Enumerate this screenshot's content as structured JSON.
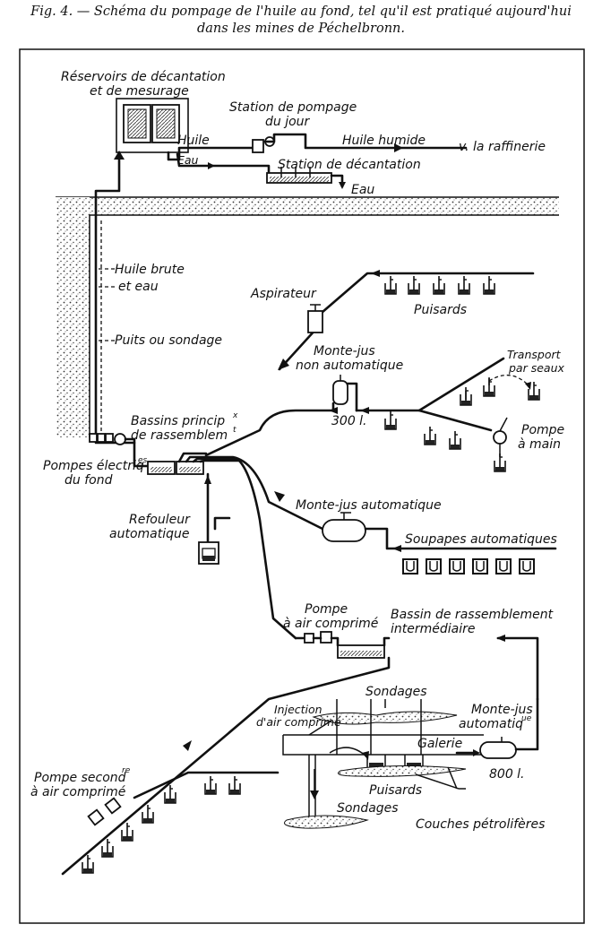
{
  "caption": {
    "line1": "Fig. 4. — Schéma du pompage de l'huile au fond, tel qu'il est pratiqué aujourd'hui",
    "line2": "dans les mines de Péchelbronn."
  },
  "labels": {
    "reservoirs_1": "Réservoirs de décantation",
    "reservoirs_2": "et de mesurage",
    "station_pompage_1": "Station de pompage",
    "station_pompage_2": "du jour",
    "huile": "Huile",
    "eau": "Eau",
    "huile_humide": "Huile humide",
    "raffinerie": "v. la raffinerie",
    "station_decantation": "Station de décantation",
    "eau_2": "Eau",
    "huile_brute_1": "Huile brute",
    "huile_brute_2": "et eau",
    "puits": "Puits ou sondage",
    "aspirateur": "Aspirateur",
    "puisards": "Puisards",
    "monte_jus_na_1": "Monte-jus",
    "monte_jus_na_2": "non automatique",
    "transport_1": "Transport",
    "transport_2": "par seaux",
    "vol_300": "300 l.",
    "pompe_main_1": "Pompe",
    "pompe_main_2": "à main",
    "bassins_1": "Bassins princip",
    "bassins_1_sup": "x",
    "bassins_2": "de rassemblem",
    "bassins_2_sup": "t",
    "pompes_elec_1": "Pompes électriq",
    "pompes_elec_1_sup": "es",
    "pompes_elec_2": "du fond",
    "monte_jus_auto": "Monte-jus automatique",
    "refouleur_1": "Refouleur",
    "refouleur_2": "automatique",
    "soupapes": "Soupapes automatiques",
    "pompe_air_1": "Pompe",
    "pompe_air_2": "à air comprimé",
    "bassin_inter_1": "Bassin de rassemblement",
    "bassin_inter_2": "intermédiaire",
    "sondages_top": "Sondages",
    "injection_1": "Injection",
    "injection_2": "d'air comprimé",
    "monte_jus_auto2_1": "Monte-jus",
    "monte_jus_auto2_2": "automatiq",
    "monte_jus_auto2_sup": "ue",
    "galerie": "Galerie",
    "vol_800": "800 l.",
    "puisards_2": "Puisards",
    "pompe_second_1": "Pompe second",
    "pompe_second_sup": "re",
    "pompe_second_2": "à air comprimé",
    "sondages_bottom": "Sondages",
    "couches": "Couches pétrolifères"
  }
}
